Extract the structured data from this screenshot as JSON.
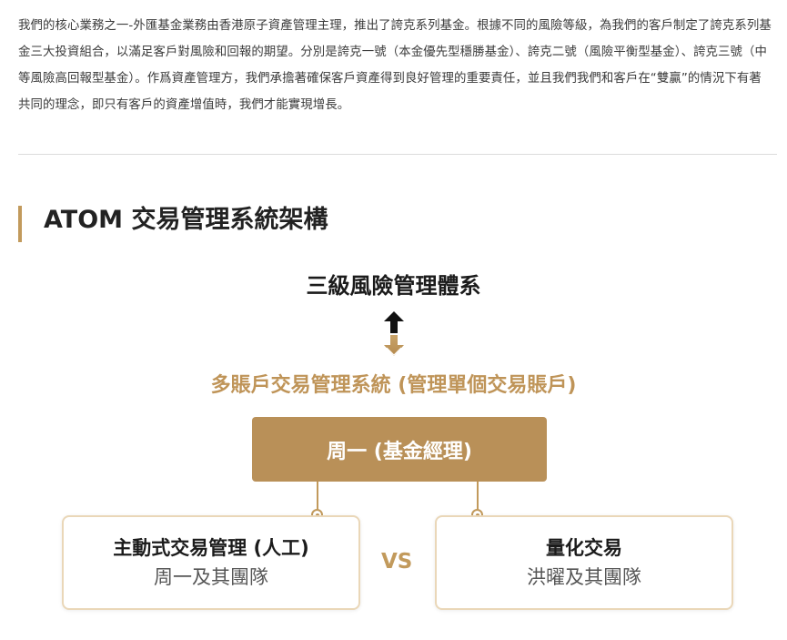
{
  "intro": {
    "text": "我們的核心業務之一-外匯基金業務由香港原子資產管理主理，推出了誇克系列基金。根據不同的風險等級，為我們的客戶制定了誇克系列基金三大投資組合，以滿足客戶對風險和回報的期望。分別是誇克一號（本金優先型穩勝基金）、誇克二號（風險平衡型基金）、誇克三號（中等風險高回報型基金）。作爲資產管理方，我們承擔著確保客戶資產得到良好管理的重要責任，並且我們我們和客戶在“雙贏”的情況下有著共同的理念，即只有客戶的資產增值時，我們才能實現增長。"
  },
  "section": {
    "title": "ATOM 交易管理系統架構",
    "accent_color": "#c29a5c"
  },
  "diagram": {
    "risk_system": "三級風險管理體系",
    "arrow_icon": "bidirectional-arrow-icon",
    "trading_system": "多賬戶交易管理系統 (管理單個交易賬戶)",
    "fund_manager": "周一 (基金經理)",
    "left_team": {
      "title": "主動式交易管理 (人工)",
      "members": "周一及其團隊"
    },
    "vs_label": "VS",
    "right_team": {
      "title": "量化交易",
      "members": "洪曜及其團隊"
    }
  }
}
